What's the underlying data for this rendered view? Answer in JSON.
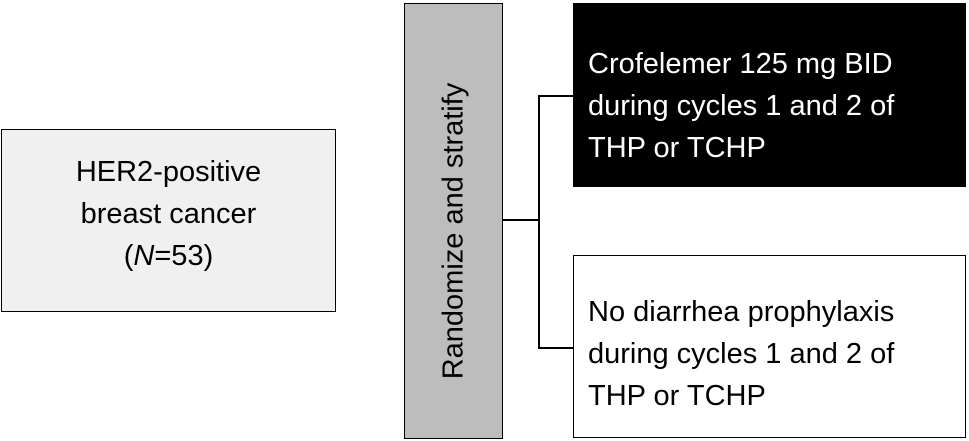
{
  "population": {
    "line1": "HER2-positive",
    "line2": "breast cancer",
    "n_open": "(",
    "n_label": "N",
    "n_value": "=53)"
  },
  "randomize": {
    "label": "Randomize and stratify"
  },
  "arms": [
    {
      "lines": [
        "Crofelemer 125 mg BID",
        "during cycles 1 and 2 of",
        "THP or TCHP"
      ],
      "background": "#000000",
      "text_color": "#ffffff"
    },
    {
      "lines": [
        "No diarrhea prophylaxis",
        "during cycles 1 and 2 of",
        "THP or TCHP"
      ],
      "background": "#ffffff",
      "text_color": "#000000"
    }
  ],
  "colors": {
    "population_fill": "#f0f0f0",
    "randomize_fill": "#bdbdbd"
  }
}
